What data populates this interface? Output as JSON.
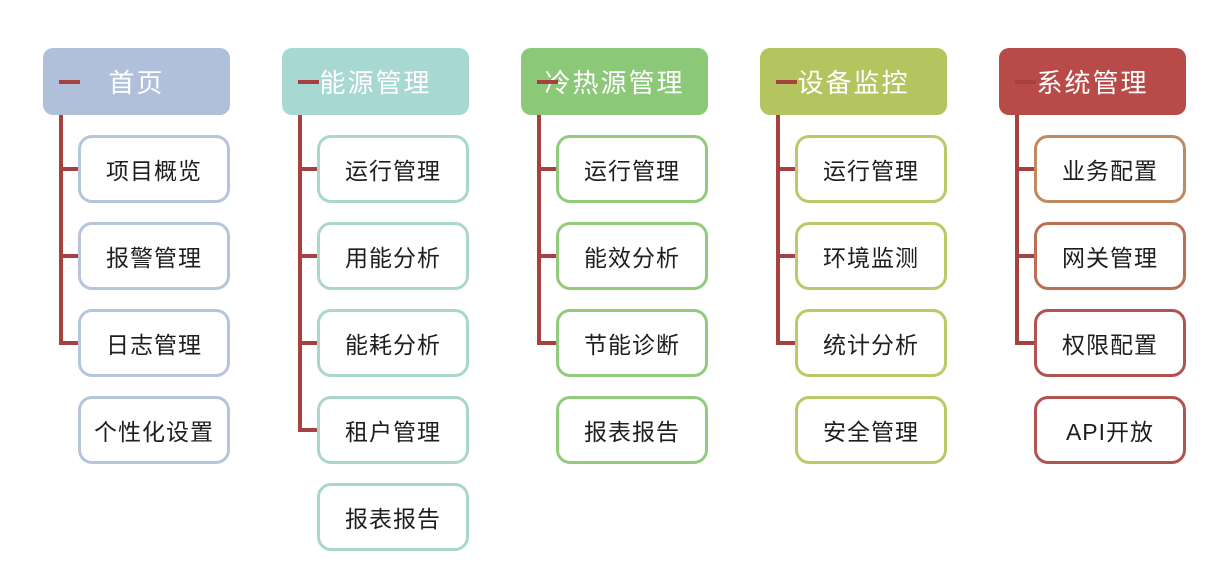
{
  "diagram": {
    "background": "#ffffff",
    "connector_color": "#a64140",
    "header_text_color": "#ffffff",
    "item_text_color": "#1e1e1e",
    "columns": [
      {
        "id": "home",
        "title": "首页",
        "header_bg": "#b0c0da",
        "items": [
          {
            "label": "项目概览",
            "border": "#b6c5dc"
          },
          {
            "label": "报警管理",
            "border": "#b6c5dc"
          },
          {
            "label": "日志管理",
            "border": "#b6c5dc"
          },
          {
            "label": "个性化设置",
            "border": "#b6c5dc"
          }
        ]
      },
      {
        "id": "energy-management",
        "title": "能源管理",
        "header_bg": "#a8d8d2",
        "items": [
          {
            "label": "运行管理",
            "border": "#a9d7cd"
          },
          {
            "label": "用能分析",
            "border": "#a9d7cd"
          },
          {
            "label": "能耗分析",
            "border": "#a9d7cd"
          },
          {
            "label": "租户管理",
            "border": "#a9d7cd"
          },
          {
            "label": "报表报告",
            "border": "#a9d7cd"
          }
        ]
      },
      {
        "id": "cold-heat-source-management",
        "title": "冷热源管理",
        "header_bg": "#8bc878",
        "items": [
          {
            "label": "运行管理",
            "border": "#93cb7d"
          },
          {
            "label": "能效分析",
            "border": "#93cb7d"
          },
          {
            "label": "节能诊断",
            "border": "#93cb7d"
          },
          {
            "label": "报表报告",
            "border": "#93cb7d"
          }
        ]
      },
      {
        "id": "device-monitoring",
        "title": "设备监控",
        "header_bg": "#b4c45e",
        "items": [
          {
            "label": "运行管理",
            "border": "#bdc967"
          },
          {
            "label": "环境监测",
            "border": "#bdc967"
          },
          {
            "label": "统计分析",
            "border": "#bdc967"
          },
          {
            "label": "安全管理",
            "border": "#bdc967"
          }
        ]
      },
      {
        "id": "system-management",
        "title": "系统管理",
        "header_bg": "#b84b48",
        "items": [
          {
            "label": "业务配置",
            "border": "#c08a5f"
          },
          {
            "label": "网关管理",
            "border": "#ba6f57"
          },
          {
            "label": "权限配置",
            "border": "#b25350"
          },
          {
            "label": "API开放",
            "border": "#b25350"
          }
        ]
      }
    ]
  }
}
